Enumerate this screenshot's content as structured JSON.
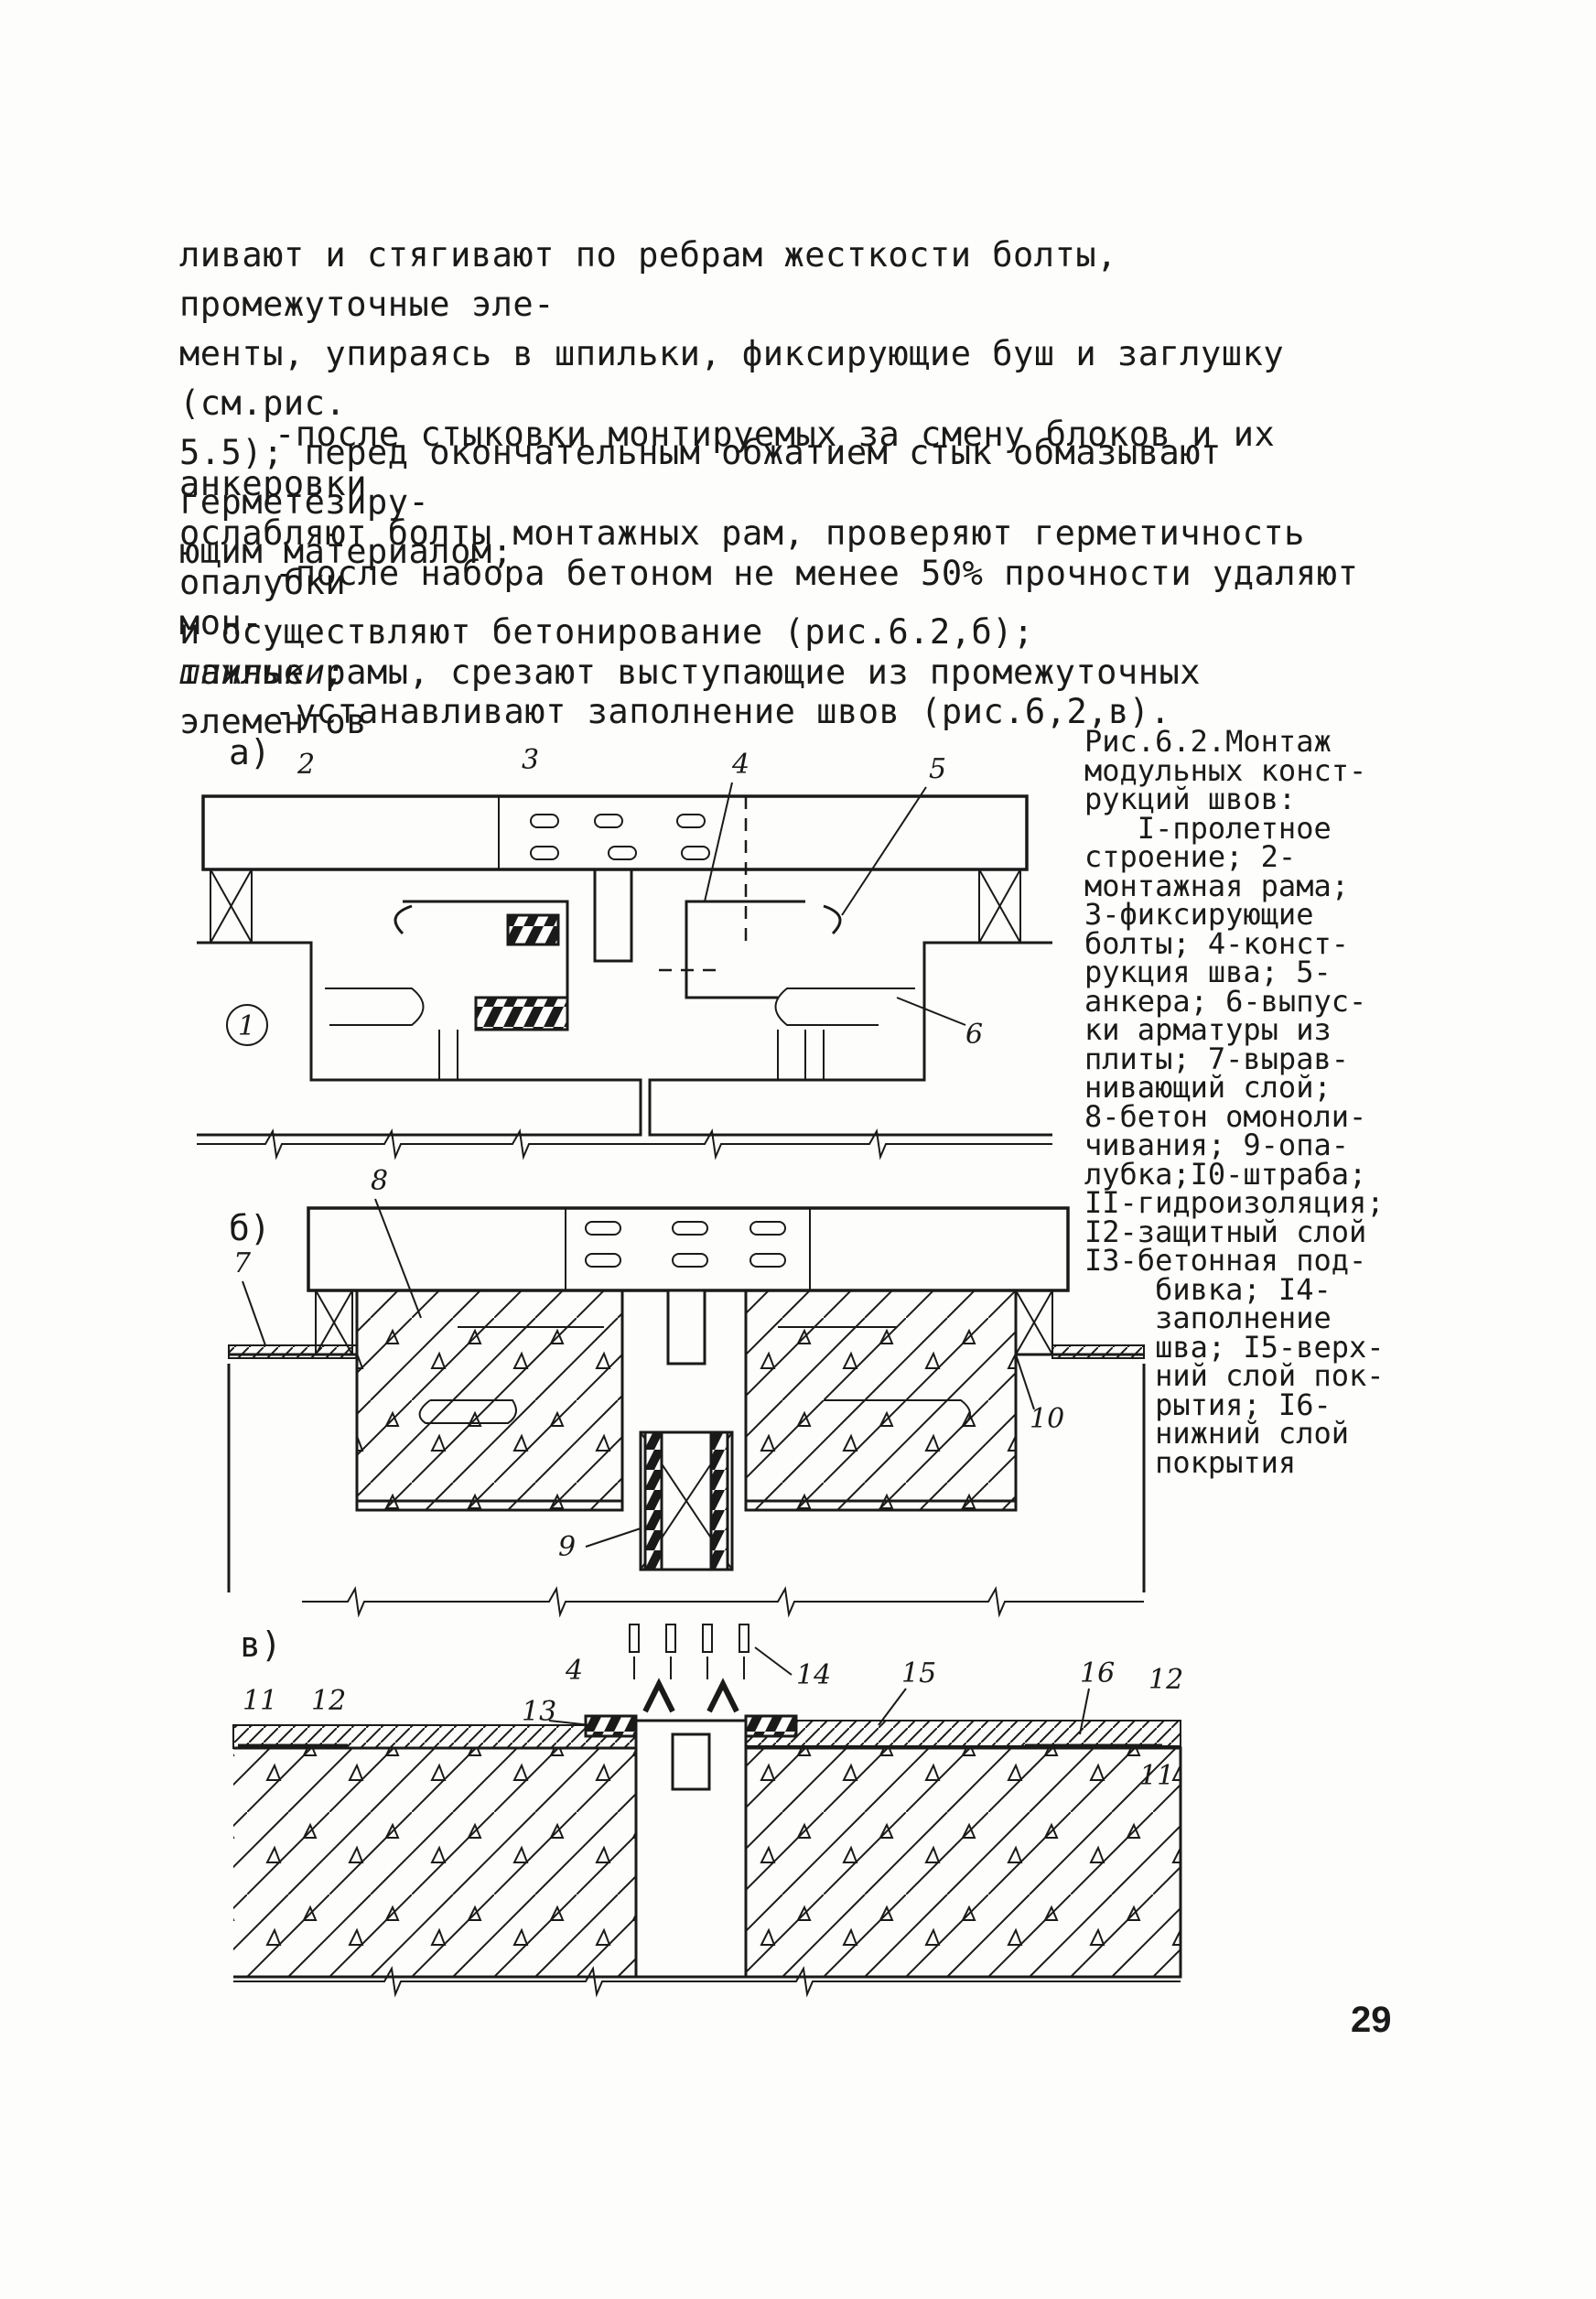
{
  "text": {
    "p1": "ливают и стягивают по ребрам жесткости болты, промежуточные эле-\nменты, упираясь в шпильки, фиксирующие буш и заглушку (см.рис.\n5.5); перед окончательным обжатием стык обмазывают герметезиру-\nющим материалом;",
    "p2": "-после стыковки монтируемых за смену блоков и их анкеровки\nослабляют болты монтажных рам, проверяют герметичность опалубки\nи осуществляют бетонирование (рис.6.2,б);",
    "p3": "-после набора бетоном не менее 50% прочности удаляют мон-\nтажные рамы, срезают выступающие из промежуточных элементов",
    "p3_italic": "шпильки;",
    "p4": "-устанавливают заполнение швов (рис.6,2,в)."
  },
  "figure": {
    "caption": "Рис.6.2.Монтаж\nмодульных конст-\nрукций швов:\n   I-пролетное\nстроение; 2-\nмонтажная рама;\n3-фиксирующие\nболты; 4-конст-\nрукция шва; 5-\nанкера; 6-выпус-\nки арматуры из\nплиты; 7-вырав-\nнивающий слой;\n8-бетон омоноли-\nчивания; 9-опа-\nлубка;I0-штраба;\nII-гидроизоляция;\nI2-защитный слой\nI3-бетонная под-\n    бивка; I4-\n    заполнение\n    шва; I5-верх-\n    ний слой пок-\n    рытия; I6-\n    нижний слой\n    покрытия",
    "subfig_a": "а)",
    "subfig_b": "б)",
    "subfig_v": "в)",
    "labels": {
      "a_2": "2",
      "a_3": "3",
      "a_4": "4",
      "a_5": "5",
      "a_1": "1",
      "a_6": "6",
      "b_8": "8",
      "b_7": "7",
      "b_10": "10",
      "b_9": "9",
      "v_4": "4",
      "v_14": "14",
      "v_15": "15",
      "v_16": "16",
      "v_12r": "12",
      "v_11l": "11",
      "v_12l": "12",
      "v_13": "13",
      "v_11r": "11"
    }
  },
  "page_number": "29"
}
